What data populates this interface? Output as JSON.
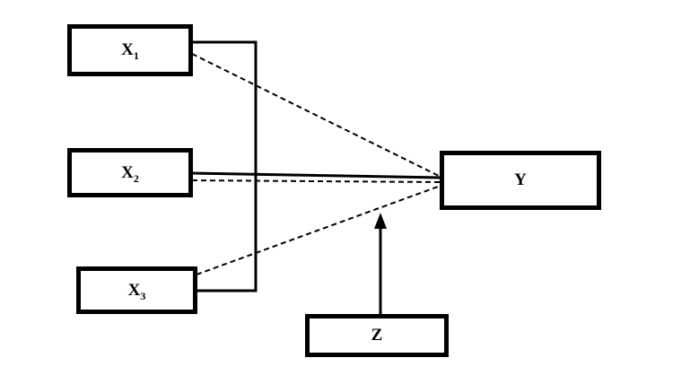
{
  "diagram": {
    "title": "",
    "nodes": {
      "x1": {
        "label": "X",
        "subscript": "1"
      },
      "x2": {
        "label": "X",
        "subscript": "2"
      },
      "x3": {
        "label": "X",
        "subscript": "3"
      },
      "y": {
        "label": "Y",
        "subscript": ""
      },
      "z": {
        "label": "Z",
        "subscript": ""
      }
    },
    "edges": [
      {
        "from": "X1",
        "to": "bracket",
        "style": "solid"
      },
      {
        "from": "X2",
        "to": "bracket",
        "style": "solid"
      },
      {
        "from": "X3",
        "to": "bracket",
        "style": "solid"
      },
      {
        "from": "X1+X2+X3",
        "to": "Y",
        "style": "solid"
      },
      {
        "from": "X1",
        "to": "Y",
        "style": "dashed"
      },
      {
        "from": "X2",
        "to": "Y",
        "style": "dashed"
      },
      {
        "from": "X3",
        "to": "Y",
        "style": "dashed"
      },
      {
        "from": "Z",
        "to": "X3-Y relationship",
        "style": "solid-arrow"
      }
    ],
    "colors": {
      "line": "#000000",
      "box_border": "#000000",
      "background": "#ffffff"
    }
  }
}
